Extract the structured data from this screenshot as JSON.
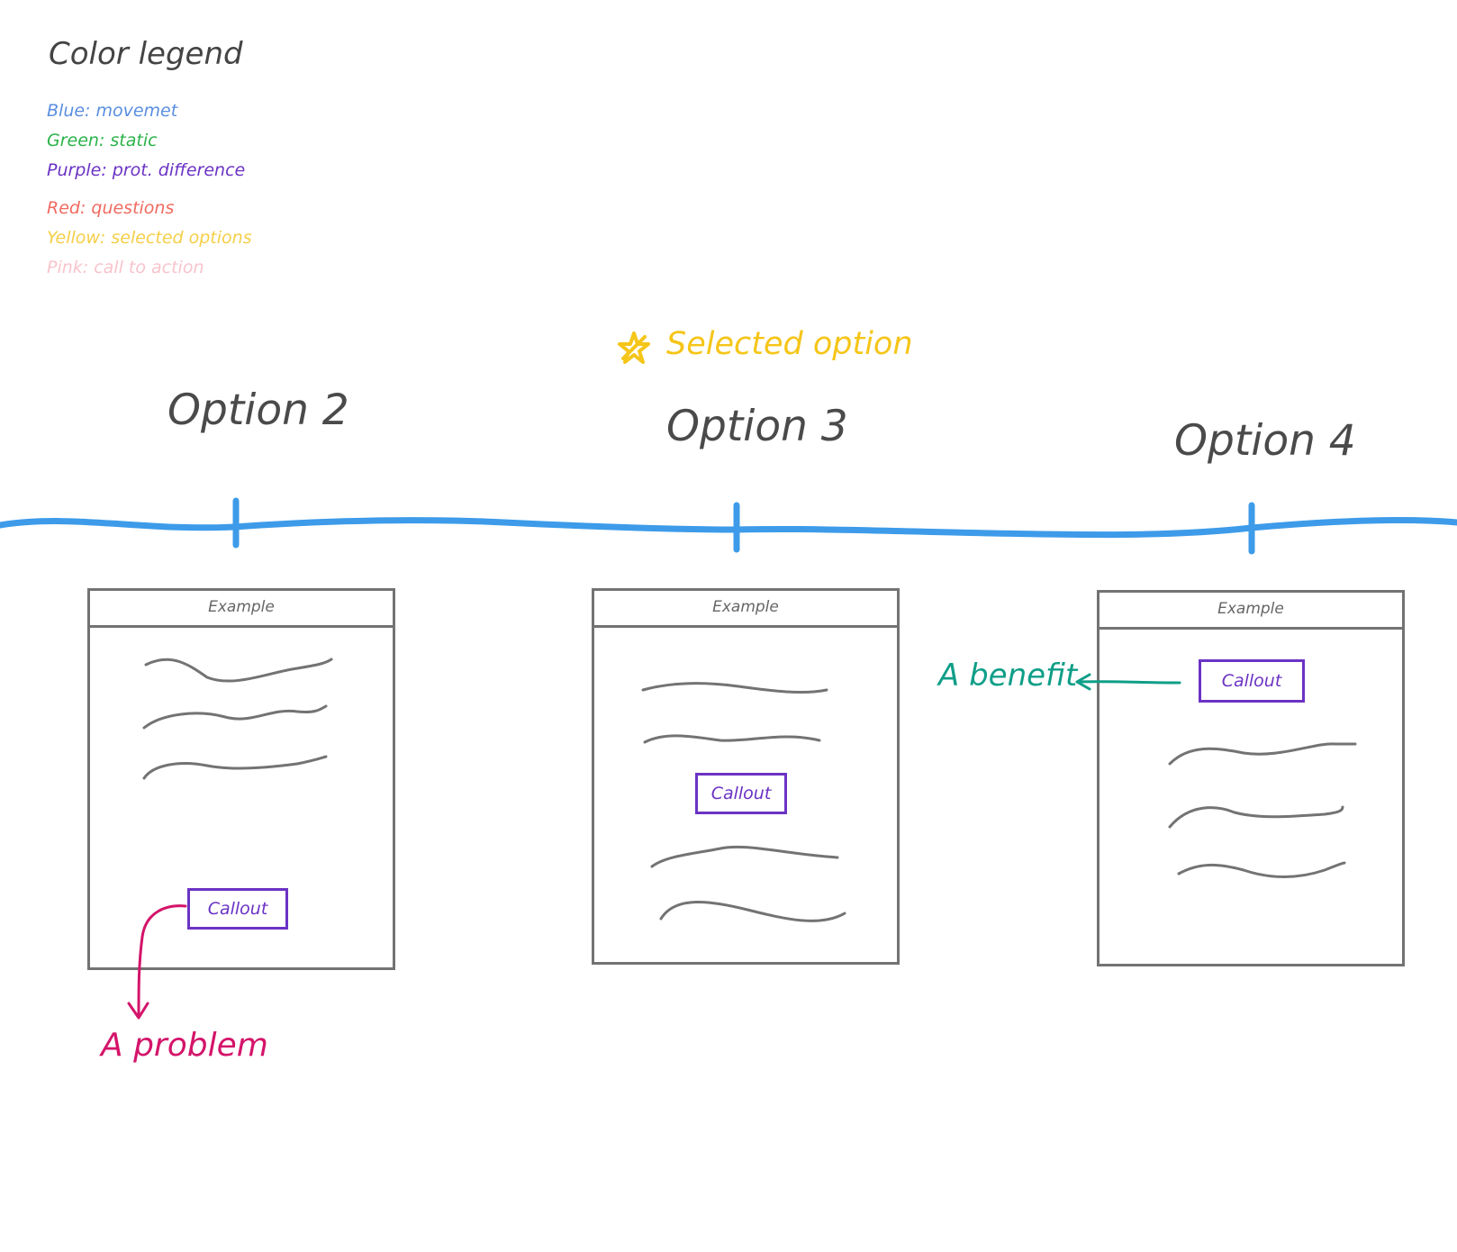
{
  "legend": {
    "title": "Color legend",
    "items": [
      {
        "label": "Blue: movemet",
        "color": "#5b8fe0"
      },
      {
        "label": "Green: static",
        "color": "#2bb34a"
      },
      {
        "label": "Purple: prot. difference",
        "color": "#6b33c4"
      },
      {
        "label": "Red: questions",
        "color": "#f06a60"
      },
      {
        "label": "Yellow: selected options",
        "color": "#f5cf48"
      },
      {
        "label": "Pink: call to action",
        "color": "#f8c4cc"
      }
    ]
  },
  "selected": {
    "label": "Selected option",
    "icon": "star-icon",
    "color": "#f5c518"
  },
  "timeline": {
    "color": "#3d9be9",
    "options": [
      {
        "title": "Option 2",
        "header": "Example",
        "callout": "Callout",
        "annotation": "A problem",
        "annotation_color": "#d4146a"
      },
      {
        "title": "Option 3",
        "header": "Example",
        "callout": "Callout"
      },
      {
        "title": "Option 4",
        "header": "Example",
        "callout": "Callout",
        "annotation": "A benefit",
        "annotation_color": "#0f9e88"
      }
    ]
  },
  "colors": {
    "frame_stroke": "#737373",
    "callout_stroke": "#6b33c4"
  }
}
